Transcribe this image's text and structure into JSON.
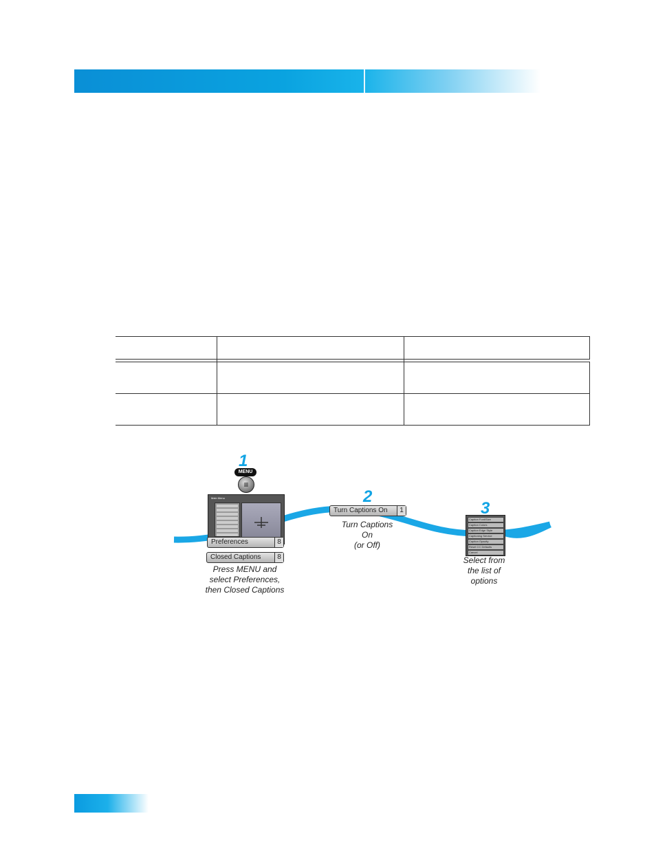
{
  "diagram": {
    "steps": {
      "one": {
        "number": "1",
        "button_label": "MENU",
        "caption_lines": [
          "Press MENU and",
          "select Preferences,",
          "then Closed Captions"
        ]
      },
      "two": {
        "number": "2",
        "caption_lines": [
          "Turn Captions",
          "On",
          "(or Off)"
        ]
      },
      "three": {
        "number": "3",
        "caption_lines": [
          "Select from",
          "the list of",
          "options"
        ]
      }
    },
    "screen_title": "Main Menu",
    "menu_items": [
      {
        "label": "Preferences",
        "number": "8"
      },
      {
        "label": "Closed Captions",
        "number": "8"
      },
      {
        "label": "Turn Captions On",
        "number": "1"
      }
    ],
    "options_list": [
      "Caption Font/Size",
      "Caption Colors",
      "Caption Edge Style",
      "Captioning Service",
      "Caption Opacity",
      "Reset CC Defaults",
      "Cancel"
    ]
  },
  "colors": {
    "accent": "#12a4e4",
    "ribbon": "#1aa7e6"
  }
}
